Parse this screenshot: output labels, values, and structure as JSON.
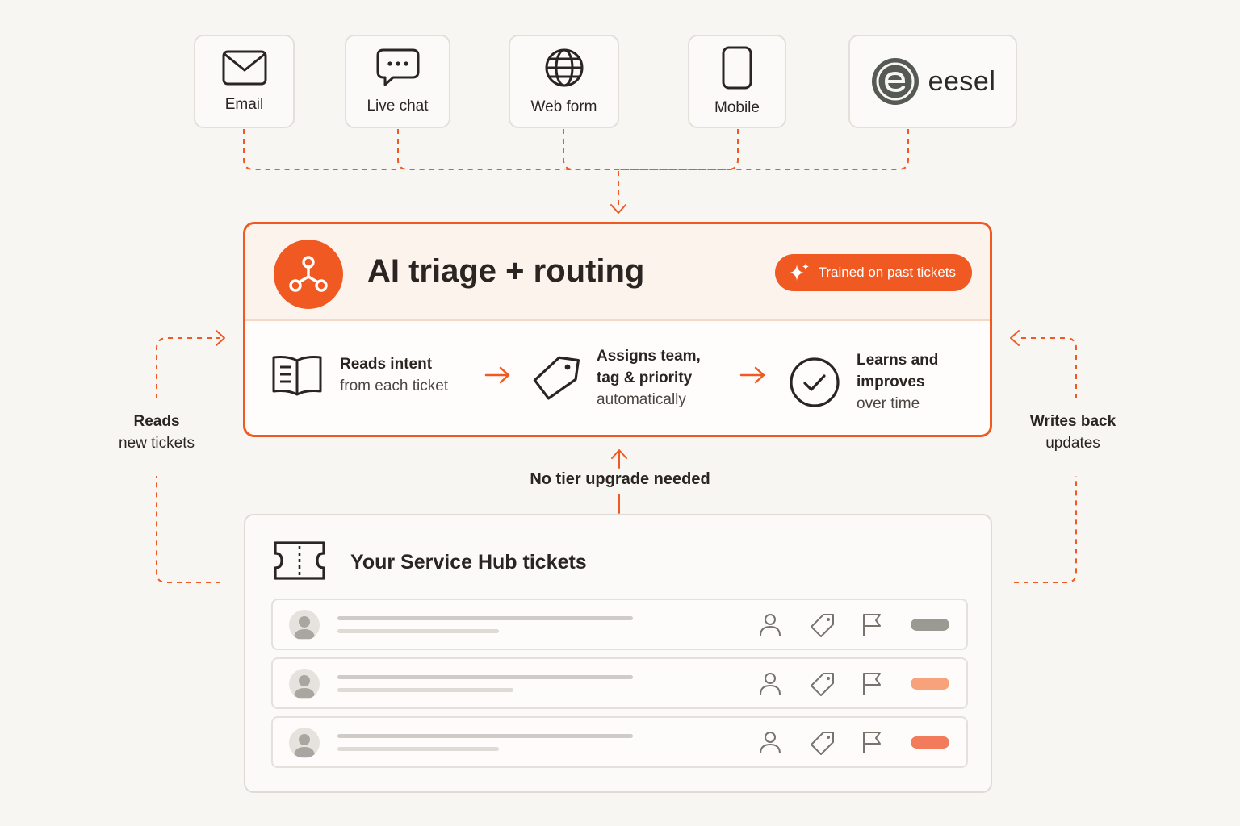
{
  "channels": [
    {
      "id": "email",
      "label": "Email",
      "icon": "envelope-icon"
    },
    {
      "id": "chat",
      "label": "Live chat",
      "icon": "chat-bubble-icon"
    },
    {
      "id": "web",
      "label": "Web form",
      "icon": "globe-icon"
    },
    {
      "id": "mobile",
      "label": "Mobile",
      "icon": "smartphone-icon"
    },
    {
      "id": "eesel",
      "label": "eesel",
      "icon": "eesel-logo"
    }
  ],
  "ai_box": {
    "title": "AI triage + routing",
    "badge": "Trained on past tickets",
    "icon": "network-nodes-icon",
    "steps": [
      {
        "bold": "Reads intent",
        "light": "from each ticket",
        "icon": "open-book-icon"
      },
      {
        "bold": "Assigns team,",
        "bold2": "tag & priority",
        "light": "automatically",
        "icon": "price-tag-icon"
      },
      {
        "bold": "Learns and",
        "bold2": "improves",
        "light": "over time",
        "icon": "check-circle-icon"
      }
    ]
  },
  "left_label": {
    "bold": "Reads",
    "light": "new tickets"
  },
  "right_label": {
    "bold": "Writes back",
    "light": "updates"
  },
  "middle_label": "No tier upgrade needed",
  "tickets": {
    "title": "Your Service Hub tickets",
    "icon": "ticket-icon",
    "rows": [
      {
        "status_color": "#9a9a93"
      },
      {
        "status_color": "#f7a27a"
      },
      {
        "status_color": "#f27b5c"
      }
    ]
  },
  "colors": {
    "accent": "#f05a22",
    "connector": "#f05a22",
    "border": "#e3dfda",
    "background": "#f8f6f3"
  }
}
